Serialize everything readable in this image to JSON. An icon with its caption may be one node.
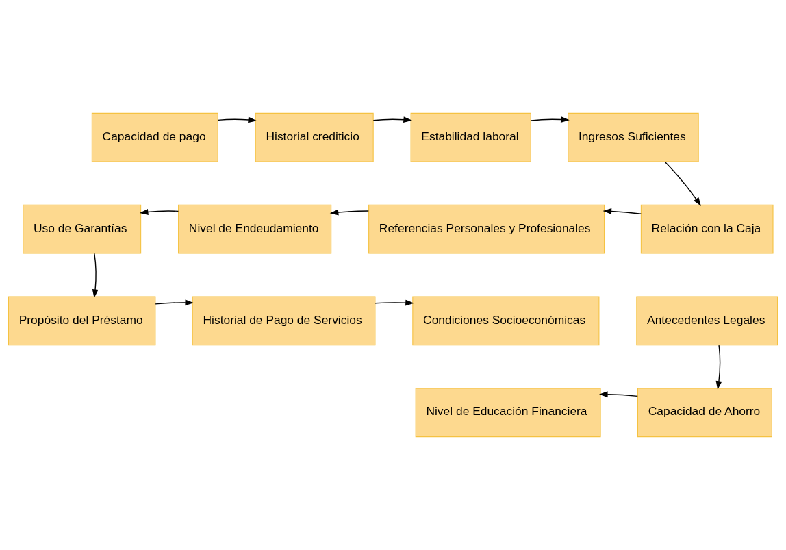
{
  "diagram": {
    "nodes": [
      {
        "text": [
          "Capacidad de pago"
        ]
      },
      {
        "text": [
          "Historial crediticio"
        ]
      },
      {
        "text": [
          "Estabilidad laboral"
        ]
      },
      {
        "text": [
          "Ingresos Suficientes"
        ]
      },
      {
        "text": [
          "Uso de Garantías"
        ]
      },
      {
        "text": [
          "Nivel de Endeudamiento"
        ]
      },
      {
        "text": [
          "Referencias Personales y Profesionales"
        ]
      },
      {
        "text": [
          "Relación con la Caja"
        ]
      },
      {
        "text": [
          "Propósito del Préstamo"
        ]
      },
      {
        "text": [
          "Historial de Pago de Servicios"
        ]
      },
      {
        "text": [
          "Condiciones Socioeconómicas"
        ]
      },
      {
        "text": [
          "Antecedentes Legales"
        ]
      },
      {
        "text": [
          "Nivel de Educación Financiera"
        ]
      },
      {
        "text": [
          "Capacidad de Ahorro"
        ]
      }
    ],
    "edges": [
      {
        "from": 0,
        "to": 1,
        "arrow": "to"
      },
      {
        "from": 1,
        "to": 2,
        "arrow": "to"
      },
      {
        "from": 2,
        "to": 3,
        "arrow": "to"
      },
      {
        "from": 3,
        "to": 7,
        "arrow": "to"
      },
      {
        "from": 7,
        "to": 6,
        "arrow": "to"
      },
      {
        "from": 6,
        "to": 5,
        "arrow": "to"
      },
      {
        "from": 5,
        "to": 4,
        "arrow": "to"
      },
      {
        "from": 4,
        "to": 8,
        "arrow": "to"
      },
      {
        "from": 8,
        "to": 9,
        "arrow": "to"
      },
      {
        "from": 9,
        "to": 10,
        "arrow": "to"
      },
      {
        "from": 11,
        "to": 13,
        "arrow": "to"
      },
      {
        "from": 13,
        "to": 12,
        "arrow": "to"
      }
    ]
  }
}
